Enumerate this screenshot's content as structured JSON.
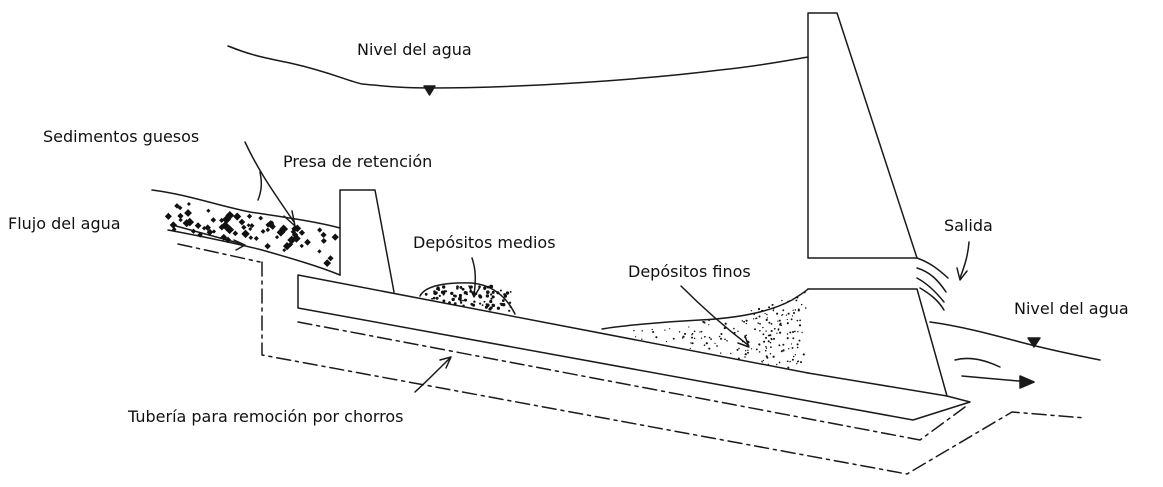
{
  "labels": {
    "water_level_top": "Nivel del agua",
    "coarse_sediments": "Sedimentos guesos",
    "check_dam": "Presa de retención",
    "water_flow": "Flujo del agua",
    "medium_deposits": "Depósitos medios",
    "fine_deposits": "Depósitos finos",
    "outlet": "Salida",
    "water_level_right": "Nivel del agua",
    "jet_pipe": "Tubería para remoción por chorros"
  },
  "colors": {
    "stroke": "#1a1a1a",
    "text": "#111111",
    "background": "#ffffff"
  }
}
